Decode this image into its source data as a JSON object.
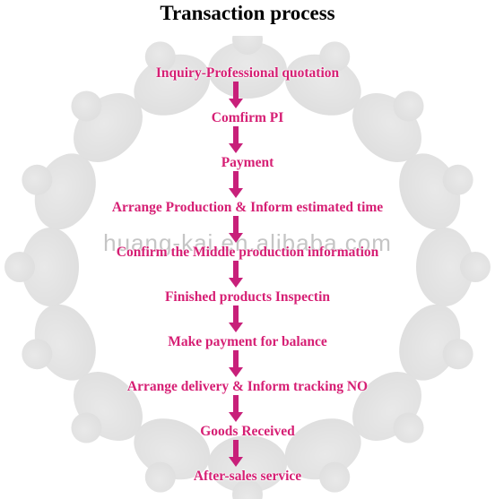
{
  "title": "Transaction process",
  "watermark": "huang-kai.en.alibaba.com",
  "colors": {
    "step_text": "#d61f74",
    "arrow": "#c8207a",
    "title": "#000000"
  },
  "steps": [
    "Inquiry-Professional quotation",
    "Comfirm PI",
    "Payment",
    "Arrange Production & Inform estimated time",
    "Confirm the Middle production information",
    "Finished products Inspectin",
    "Make payment for balance",
    "Arrange delivery & Inform tracking NO",
    "Goods Received",
    "After-sales service"
  ]
}
